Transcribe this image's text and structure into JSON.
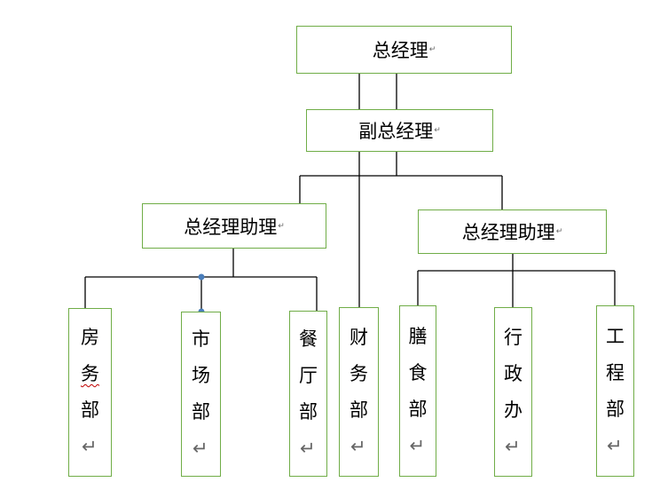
{
  "pilcrow": "↵",
  "colors": {
    "border": "#70ad47",
    "line": "#000000",
    "handle": "#4a7ebb"
  },
  "nodes": {
    "gm": "总经理",
    "deputy": "副总经理",
    "asst_left": "总经理助理",
    "asst_right": "总经理助理",
    "depts": [
      {
        "chars": [
          "房",
          "务",
          "部"
        ]
      },
      {
        "chars": [
          "市",
          "场",
          "部"
        ]
      },
      {
        "chars": [
          "餐",
          "厅",
          "部"
        ]
      },
      {
        "chars": [
          "财",
          "务",
          "部"
        ]
      },
      {
        "chars": [
          "膳",
          "食",
          "部"
        ]
      },
      {
        "chars": [
          "行",
          "政",
          "办"
        ]
      },
      {
        "chars": [
          "工",
          "程",
          "部"
        ]
      }
    ]
  }
}
